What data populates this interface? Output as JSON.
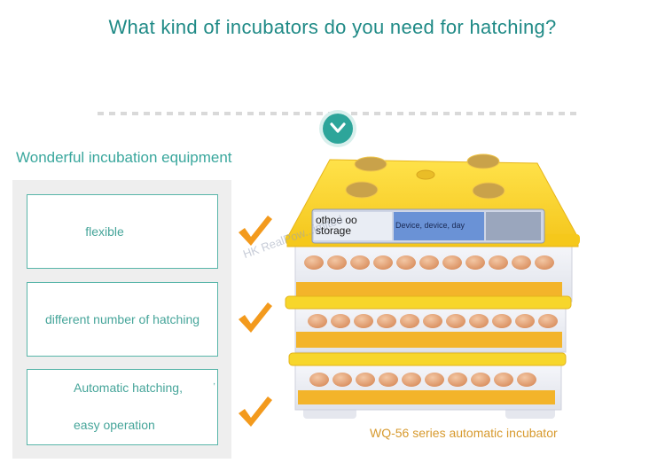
{
  "header": {
    "title": "What kind of incubators do you need for hatching?"
  },
  "section": {
    "subtitle": "Wonderful incubation equipment"
  },
  "features": [
    {
      "label": "flexible"
    },
    {
      "label": "different number of hatching"
    },
    {
      "label_line1": "Automatic hatching,",
      "label_line2": "easy operation",
      "mark": ","
    }
  ],
  "product": {
    "display_left": "othoe oo storage",
    "display_right": "Device, device, day",
    "watermark": "HK RealPow...imited",
    "caption": "WQ-56 series automatic incubator"
  },
  "icons": {
    "chevron": "chevron-down-icon",
    "check": "check-icon"
  },
  "colors": {
    "teal": "#1f8a86",
    "accent_teal": "#2da59a",
    "orange": "#f39a1d",
    "yellow": "#f7d62b",
    "caption": "#d79a2e"
  }
}
